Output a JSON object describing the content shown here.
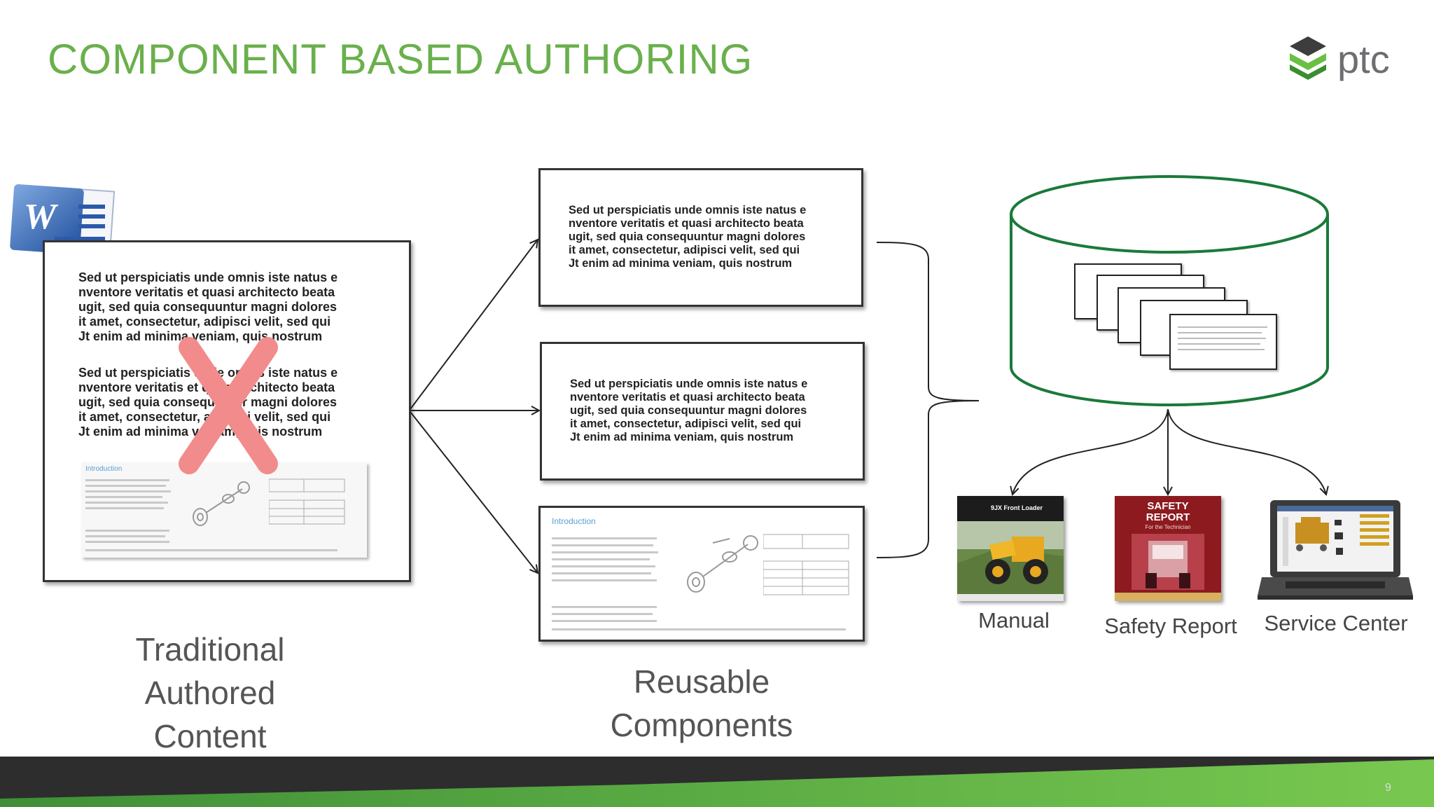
{
  "slide": {
    "title": "COMPONENT BASED AUTHORING",
    "page_number": "9",
    "brand": "ptc"
  },
  "lorem_lines": [
    "Sed ut perspiciatis unde omnis iste natus e",
    "nventore veritatis et quasi architecto beata",
    "ugit, sed quia consequuntur magni dolores",
    "it amet, consectetur, adipisci velit, sed qui",
    "Jt enim ad minima veniam, quis nostrum"
  ],
  "figure_heading": "Introduction",
  "captions": {
    "traditional": [
      "Traditional",
      "Authored",
      "Content"
    ],
    "reusable": [
      "Reusable",
      "Components"
    ],
    "manual": "Manual",
    "safety_report": "Safety Report",
    "service_center": "Service Center"
  },
  "book_covers": {
    "manual_title": "9JX Front Loader",
    "safety_title_1": "SAFETY",
    "safety_title_2": "REPORT",
    "safety_sub": "For the Technician"
  },
  "colors": {
    "title_green": "#6ab04c",
    "database_green": "#1a7a3a",
    "x_mark": "#f28b8b",
    "footer_dark": "#2d2d2d",
    "footer_green": "#6abf45"
  },
  "icons": [
    "word-icon",
    "ptc-logo-icon",
    "database-icon",
    "x-mark-icon"
  ]
}
